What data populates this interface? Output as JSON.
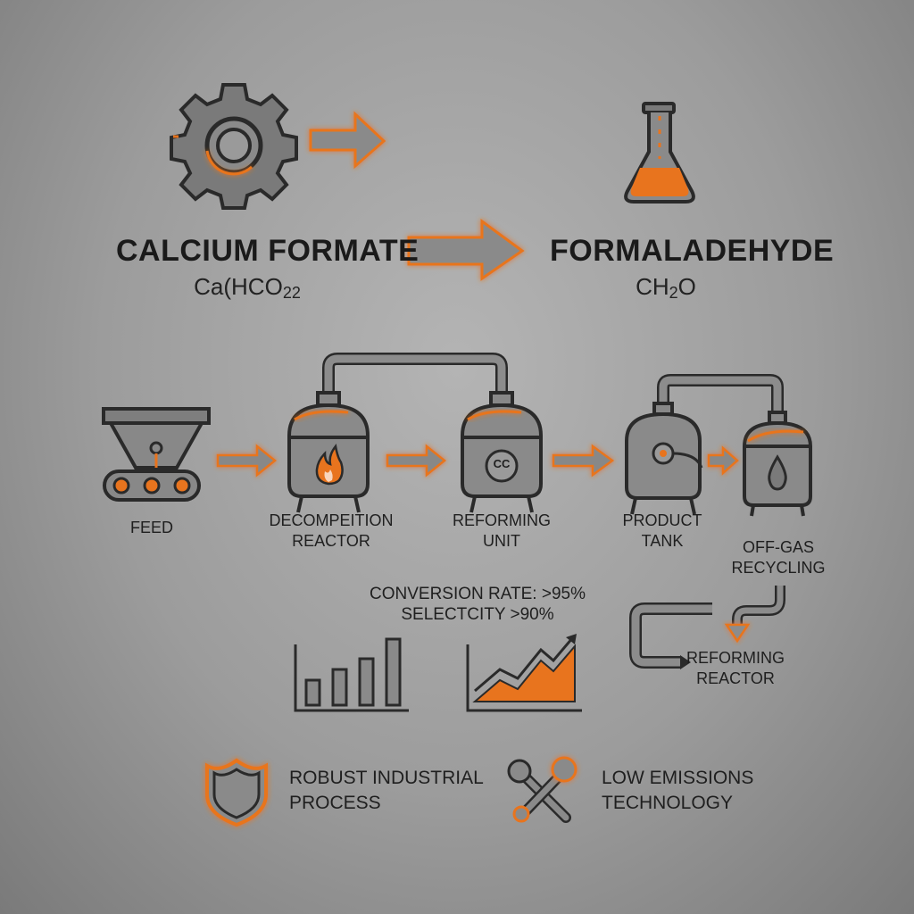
{
  "header": {
    "source_name": "CALCIUM FORMATE",
    "source_formula": "Ca(HCO",
    "source_formula_sub": "22",
    "product_name": "FORMALADEHYDE",
    "product_formula_a": "CH",
    "product_formula_sub": "2",
    "product_formula_b": "O"
  },
  "process": {
    "feed": "FEED",
    "decomp_line1": "DECOMPEITION",
    "decomp_line2": "REACTOR",
    "reform_line1": "REFORMING",
    "reform_line2": "UNIT",
    "reform_badge": "CC",
    "tank_line1": "PRODUCT",
    "tank_line2": "TANK",
    "offgas_line1": "OFF-GAS",
    "offgas_line2": "RECYCLING",
    "reactor_line1": "REFORMING",
    "reactor_line2": "REACTOR"
  },
  "stats": {
    "conversion": "CONVERSION RATE:  >95%",
    "selectivity": "SELECTCITY  >90%"
  },
  "features": {
    "robust_line1": "ROBUST INDUSTRIAL",
    "robust_line2": "PROCESS",
    "emissions_line1": "LOW EMISSIONS",
    "emissions_line2": "TECHNOLOGY"
  },
  "colors": {
    "accent": "#e8741e",
    "outline": "#2e2e2e",
    "fill": "#7c7c7c"
  }
}
